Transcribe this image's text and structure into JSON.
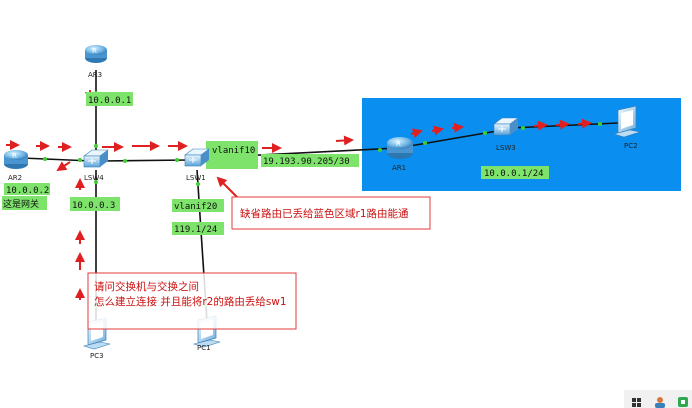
{
  "colors": {
    "zone_fill": "#0a8ff0",
    "label_fill": "#7ee36b",
    "arrow": "#e02020",
    "link": "#111111",
    "port_dot": "#3fcf2f",
    "note_border": "#e53b3b",
    "note_text": "#cc1111"
  },
  "devices": {
    "ar3": "AR3",
    "ar2": "AR2",
    "lsw4": "LSW4",
    "lsw1": "LSW1",
    "ar1": "AR1",
    "lsw3": "LSW3",
    "pc2": "PC2",
    "pc3": "PC3",
    "pc1": "PC1"
  },
  "labels": {
    "ar3_ip": "10.0.0.1",
    "ar2_ip": "10.0.0.2",
    "gateway": "这是网关",
    "lsw4_ip": "10.0.0.3",
    "vlanif10": "vlanif10",
    "vlanif20": "vlanif20",
    "pc1_net": "119.1/24",
    "wan_net": "19.193.90.205/30",
    "blue_net": "10.0.0.1/24"
  },
  "notes": {
    "default_route": "缺省路由已丢给蓝色区域r1路由能通",
    "question_line1": "请问交换机与交换之间",
    "question_line2": "怎么建立连接 并且能将r2的路由丢给sw1"
  },
  "taskbar": {
    "icons": [
      "grid-icon",
      "user-icon",
      "app-icon"
    ]
  }
}
